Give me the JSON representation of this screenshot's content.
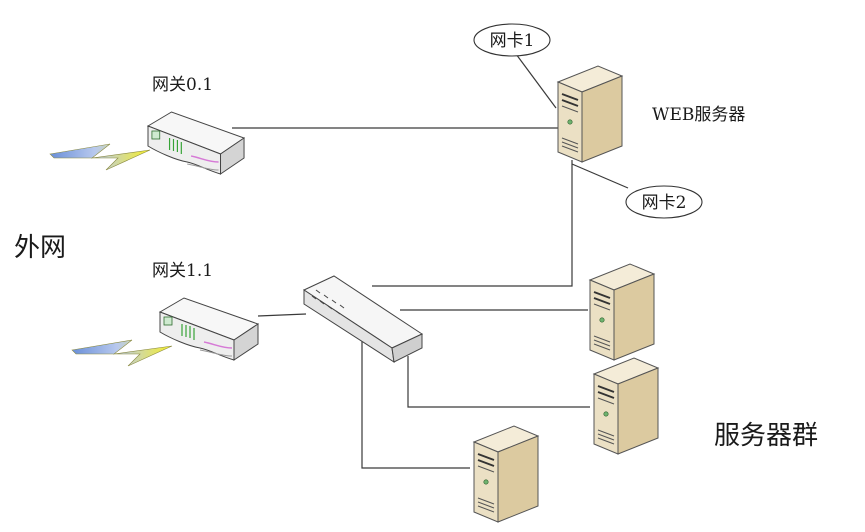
{
  "labels": {
    "gateway_top": "网关0.1",
    "gateway_bottom": "网关1.1",
    "external_net": "外网",
    "web_server": "WEB服务器",
    "nic1": "网卡1",
    "nic2": "网卡2",
    "server_cluster": "服务器群"
  },
  "icons": {
    "router": "router-icon",
    "lightning": "lightning-icon",
    "switch": "switch-icon",
    "server": "server-icon"
  },
  "colors": {
    "device_face": "#f3f3f3",
    "server_tan": "#e9dcc1",
    "server_dark": "#c8b48a",
    "lightning": "#f6ef2a",
    "link": "#3a3a3a"
  }
}
